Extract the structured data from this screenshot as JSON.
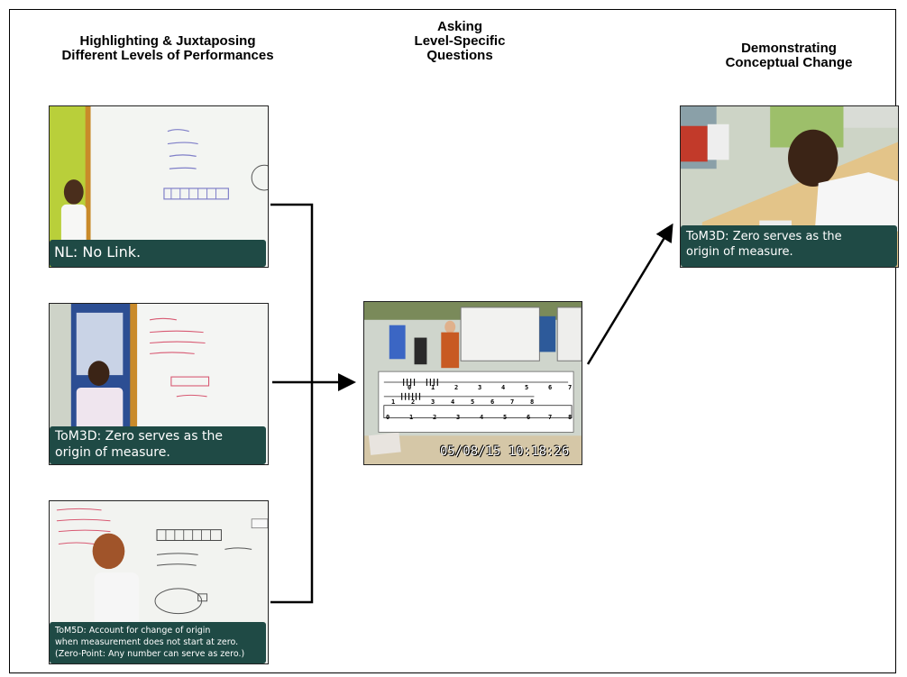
{
  "headings": {
    "left": [
      "Highlighting & Juxtaposing",
      "Different Levels of Performances"
    ],
    "middle": [
      "Asking",
      "Level-Specific",
      "Questions"
    ],
    "right": [
      "Demonstrating",
      "Conceptual Change"
    ]
  },
  "panels": {
    "nl": {
      "caption": [
        "NL: No Link."
      ]
    },
    "tom3d": {
      "caption": [
        "ToM3D: Zero serves as the",
        "origin of measure."
      ]
    },
    "tom5d": {
      "caption": [
        "ToM5D: Account for change of origin",
        "when measurement does not start at zero.",
        "(Zero-Point: Any number can serve as zero.)"
      ]
    },
    "question": {
      "timestamp": "05/08/15 10:18:26",
      "ruler_top": [
        "0",
        "1",
        "2",
        "3",
        "4",
        "5",
        "6",
        "7"
      ],
      "ruler_mid": [
        "1",
        "2",
        "3",
        "4",
        "5",
        "6",
        "7",
        "8"
      ],
      "ruler_bottom": [
        "0",
        "1",
        "2",
        "3",
        "4",
        "5",
        "6",
        "7",
        "8"
      ]
    },
    "change": {
      "caption": [
        "ToM3D: Zero serves as the",
        "origin of measure."
      ]
    }
  },
  "colors": {
    "caption_bg": "#1f4a45",
    "caption_text": "#ffffff",
    "line": "#000000"
  }
}
